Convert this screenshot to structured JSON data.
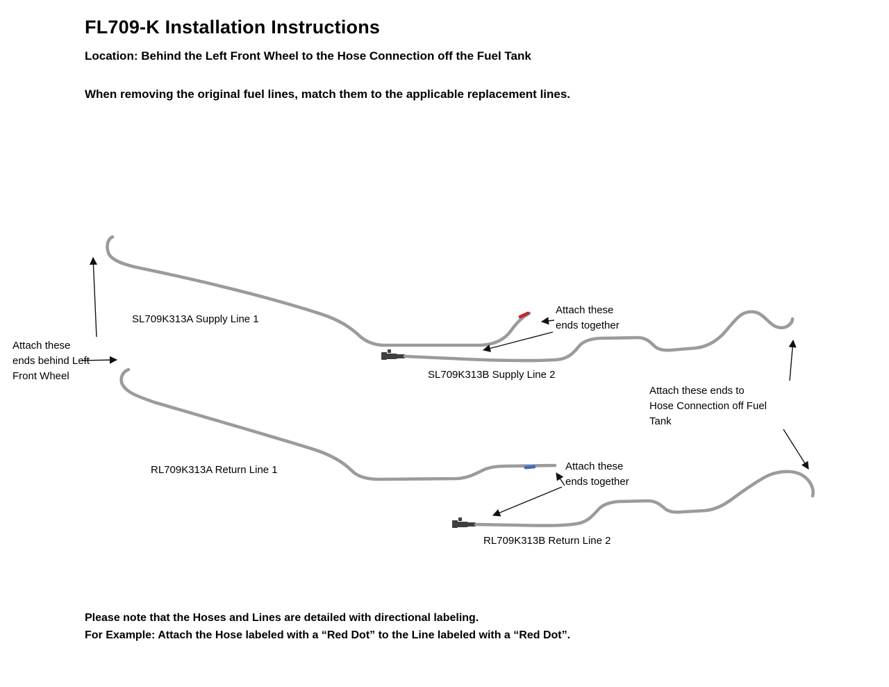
{
  "header": {
    "title": "FL709-K Installation Instructions",
    "location": "Location: Behind the Left Front Wheel to the Hose Connection off the Fuel Tank",
    "intro": "When removing the original fuel lines, match them to the applicable replacement lines."
  },
  "diagram": {
    "line_labels": {
      "supply1": "SL709K313A Supply Line 1",
      "supply2": "SL709K313B Supply Line 2",
      "return1": "RL709K313A Return Line 1",
      "return2": "RL709K313B Return Line 2"
    },
    "annotations": {
      "behind_wheel": "Attach these\nends behind Left\nFront Wheel",
      "attach_together_supply": "Attach these\nends together",
      "attach_together_return": "Attach these\nends together",
      "fuel_tank": "Attach these ends to\nHose Connection off Fuel\nTank"
    },
    "colors": {
      "tube": "#9b9b9b",
      "fitting": "#3f3f3f",
      "red_dot": "#c1272d",
      "blue_dot": "#3a6bc9"
    }
  },
  "footer": {
    "note1": "Please note that the Hoses and Lines are detailed with directional labeling.",
    "note2": "For Example: Attach the Hose labeled with a “Red Dot” to the Line labeled with a “Red Dot”."
  }
}
